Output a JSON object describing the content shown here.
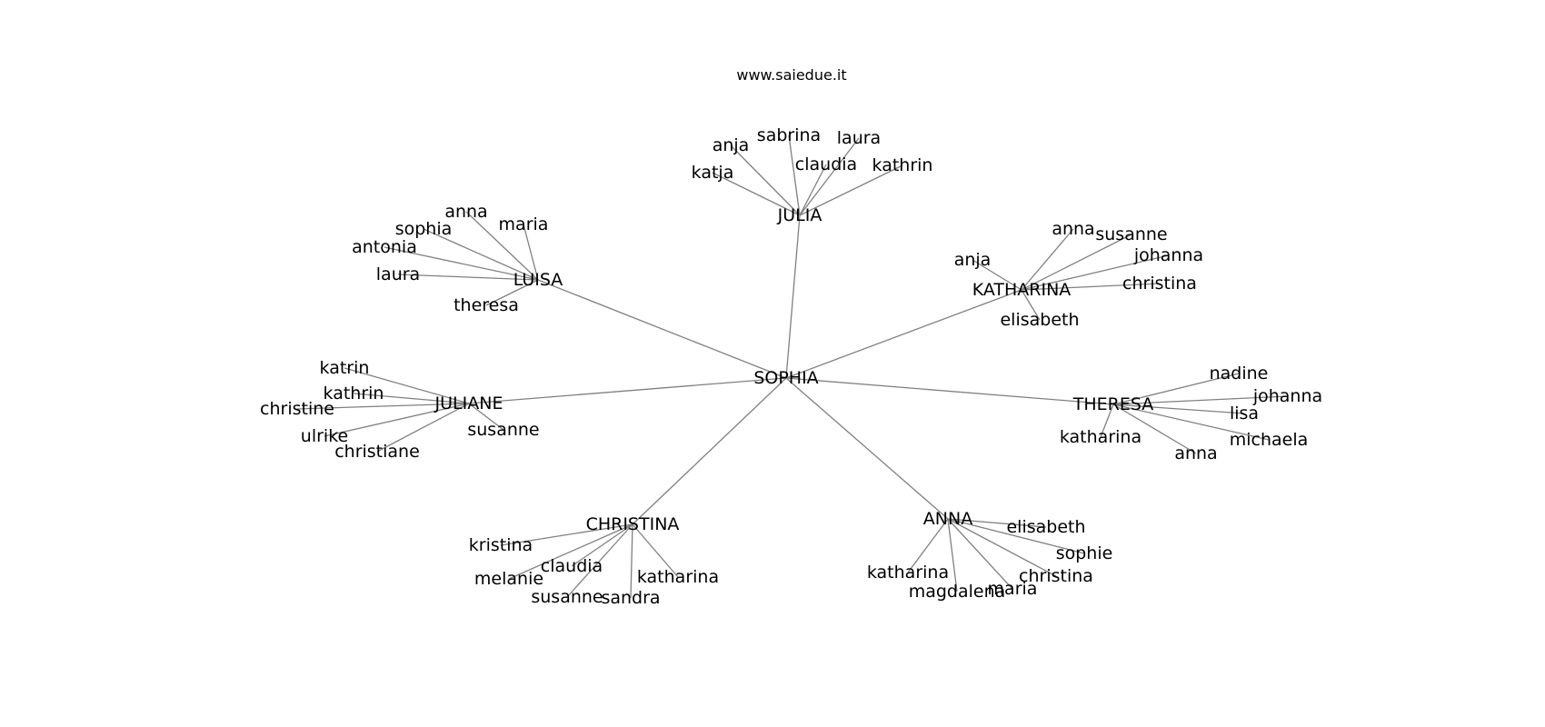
{
  "header": {
    "site": "www.saiedue.it"
  },
  "graph": {
    "root": "SOPHIA",
    "edge_color": "#808080",
    "groups": [
      {
        "name": "JULIA",
        "children": [
          "anja",
          "sabrina",
          "laura",
          "claudia",
          "katja",
          "kathrin"
        ]
      },
      {
        "name": "LUISA",
        "children": [
          "anna",
          "maria",
          "sophia",
          "antonia",
          "laura",
          "theresa"
        ]
      },
      {
        "name": "KATHARINA",
        "children": [
          "anna",
          "susanne",
          "anja",
          "johanna",
          "christina",
          "elisabeth"
        ]
      },
      {
        "name": "JULIANE",
        "children": [
          "katrin",
          "kathrin",
          "christine",
          "ulrike",
          "christiane",
          "susanne"
        ]
      },
      {
        "name": "THERESA",
        "children": [
          "nadine",
          "johanna",
          "lisa",
          "katharina",
          "michaela",
          "anna"
        ]
      },
      {
        "name": "CHRISTINA",
        "children": [
          "kristina",
          "claudia",
          "melanie",
          "katharina",
          "susanne",
          "sandra"
        ]
      },
      {
        "name": "ANNA",
        "children": [
          "elisabeth",
          "sophie",
          "katharina",
          "christina",
          "maria",
          "magdalena"
        ]
      }
    ]
  }
}
